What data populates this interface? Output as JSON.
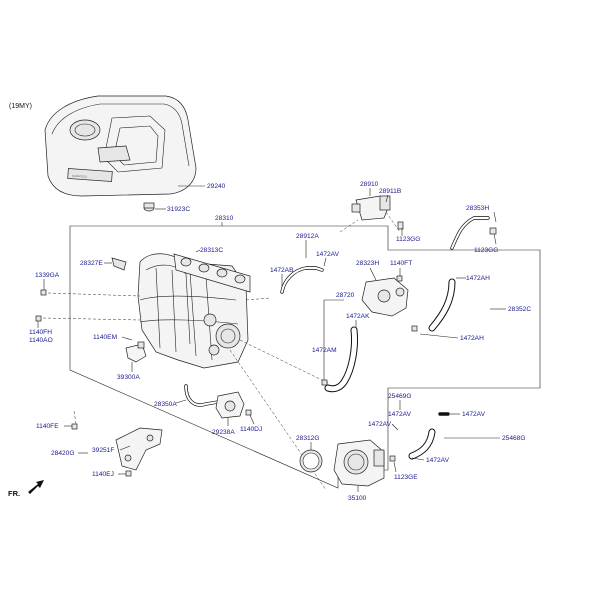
{
  "header": {
    "model_year": "(19MY)"
  },
  "footer": {
    "front_marker": "FR."
  },
  "parts": {
    "p29240": "29240",
    "p31923C": "31923C",
    "p28310": "28310",
    "p28313C": "28313C",
    "p28327E": "28327E",
    "p1339GA": "1339GA",
    "p1140FH": "1140FH",
    "p1140AO": "1140AO",
    "p1140EM": "1140EM",
    "p39300A": "39300A",
    "p28350A": "28350A",
    "p29238A": "29238A",
    "p1140DJ": "1140DJ",
    "p1140FE": "1140FE",
    "p28420G": "28420G",
    "p39251F": "39251F",
    "p1140EJ": "1140EJ",
    "p28910": "28910",
    "p28911B": "28911B",
    "p1123GG_a": "1123GG",
    "p28353H": "28353H",
    "p1123GG_b": "1123GG",
    "p28912A": "28912A",
    "p1472AB": "1472AB",
    "p1472AV_a": "1472AV",
    "p28323H": "28323H",
    "p1140FT": "1140FT",
    "p1472AH_a": "1472AH",
    "p28720": "28720",
    "p28352C": "28352C",
    "p1472AK": "1472AK",
    "p1472AH_b": "1472AH",
    "p1472AM": "1472AM",
    "p25469G": "25469G",
    "p1472AV_b": "1472AV",
    "p1472AV_c": "1472AV",
    "p1472AV_d": "1472AV",
    "p25468G": "25468G",
    "p1472AV_e": "1472AV",
    "p28312G": "28312G",
    "p1123GE": "1123GE",
    "p35100": "35100"
  },
  "colors": {
    "label": "#1a1a8c",
    "line": "#222222"
  }
}
